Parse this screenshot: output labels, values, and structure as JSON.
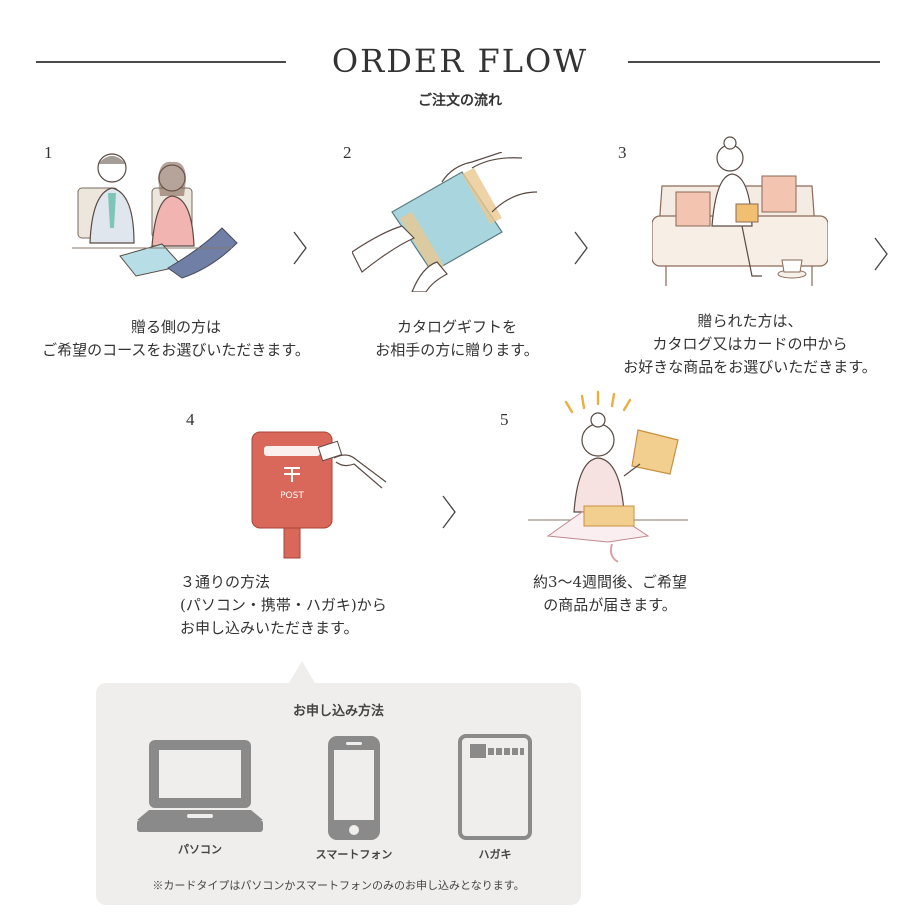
{
  "header": {
    "title": "ORDER FLOW",
    "subtitle": "ご注文の流れ"
  },
  "steps": [
    {
      "number": "1",
      "lines": [
        "贈る側の方は",
        "ご希望のコースをお選びいただきます。"
      ]
    },
    {
      "number": "2",
      "lines": [
        "カタログギフトを",
        "お相手の方に贈ります。"
      ]
    },
    {
      "number": "3",
      "lines": [
        "贈られた方は、",
        "カタログ又はカードの中から",
        "お好きな商品をお選びいただきます。"
      ]
    },
    {
      "number": "4",
      "lines": [
        "３通りの方法",
        "(パソコン・携帯・ハガキ)から",
        "お申し込みいただきます。"
      ]
    },
    {
      "number": "5",
      "lines": [
        "約3～4週間後、ご希望",
        "の商品が届きます。"
      ]
    }
  ],
  "apply_panel": {
    "title": "お申し込み方法",
    "methods": [
      {
        "label": "パソコン",
        "icon": "laptop-icon"
      },
      {
        "label": "スマートフォン",
        "icon": "smartphone-icon"
      },
      {
        "label": "ハガキ",
        "icon": "postcard-icon"
      }
    ],
    "note": "※カードタイプはパソコンかスマートフォンのみのお申し込みとなります。"
  },
  "postbox_text": "POST",
  "colors": {
    "text": "#333333",
    "panel_bg": "#efeeec",
    "icon_gray": "#8a8a8a",
    "postbox_red": "#d9685a",
    "catalog_blue": "#a9d6de",
    "gift_gold": "#e8b86a"
  }
}
